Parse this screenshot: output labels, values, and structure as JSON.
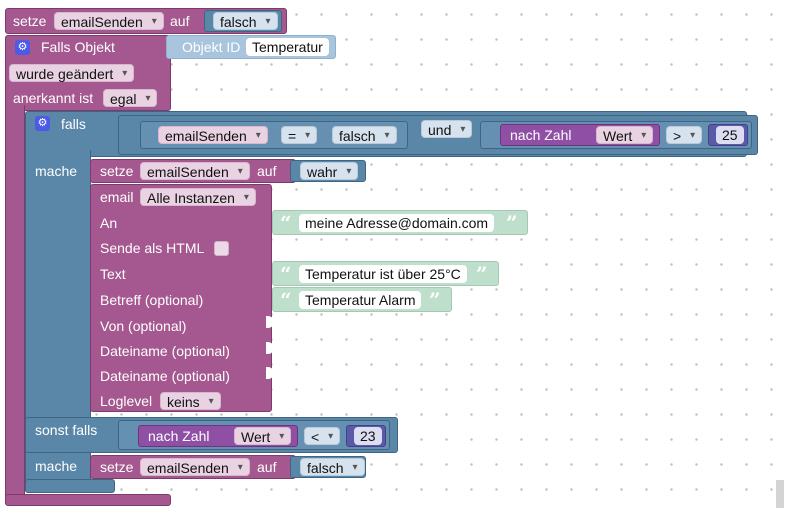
{
  "block1": {
    "set": "setze",
    "var": "emailSenden",
    "to": "auf",
    "val": "falsch"
  },
  "trigger": {
    "title": "Falls Objekt",
    "obj_label": "Objekt ID",
    "obj_value": "Temperatur",
    "changed": "wurde geändert",
    "ack_label": "anerkannt ist",
    "ack_value": "egal"
  },
  "ifblock": {
    "if": "falls",
    "do": "mache",
    "elseif": "sonst falls",
    "do2": "mache"
  },
  "cond1": {
    "var": "emailSenden",
    "op": "=",
    "val": "falsch",
    "logic": "und",
    "tonum": "nach Zahl",
    "state": "Wert",
    "op2": ">",
    "num": "25"
  },
  "set2": {
    "set": "setze",
    "var": "emailSenden",
    "to": "auf",
    "val": "wahr"
  },
  "email": {
    "label": "email",
    "instance": "Alle Instanzen",
    "to": "An",
    "to_val": "meine Adresse@domain.com",
    "html": "Sende als HTML",
    "text": "Text",
    "text_val": "Temperatur ist über 25°C",
    "subject": "Betreff (optional)",
    "subject_val": "Temperatur Alarm",
    "from": "Von (optional)",
    "file1": "Dateiname (optional)",
    "file2": "Dateiname (optional)",
    "loglevel": "Loglevel",
    "loglevel_val": "keins"
  },
  "cond2": {
    "tonum": "nach Zahl",
    "state": "Wert",
    "op": "<",
    "num": "23"
  },
  "set3": {
    "set": "setze",
    "var": "emailSenden",
    "to": "auf",
    "val": "falsch"
  },
  "icons": {
    "gear": "gear-icon",
    "quote_open": "“",
    "quote_close": "”"
  }
}
